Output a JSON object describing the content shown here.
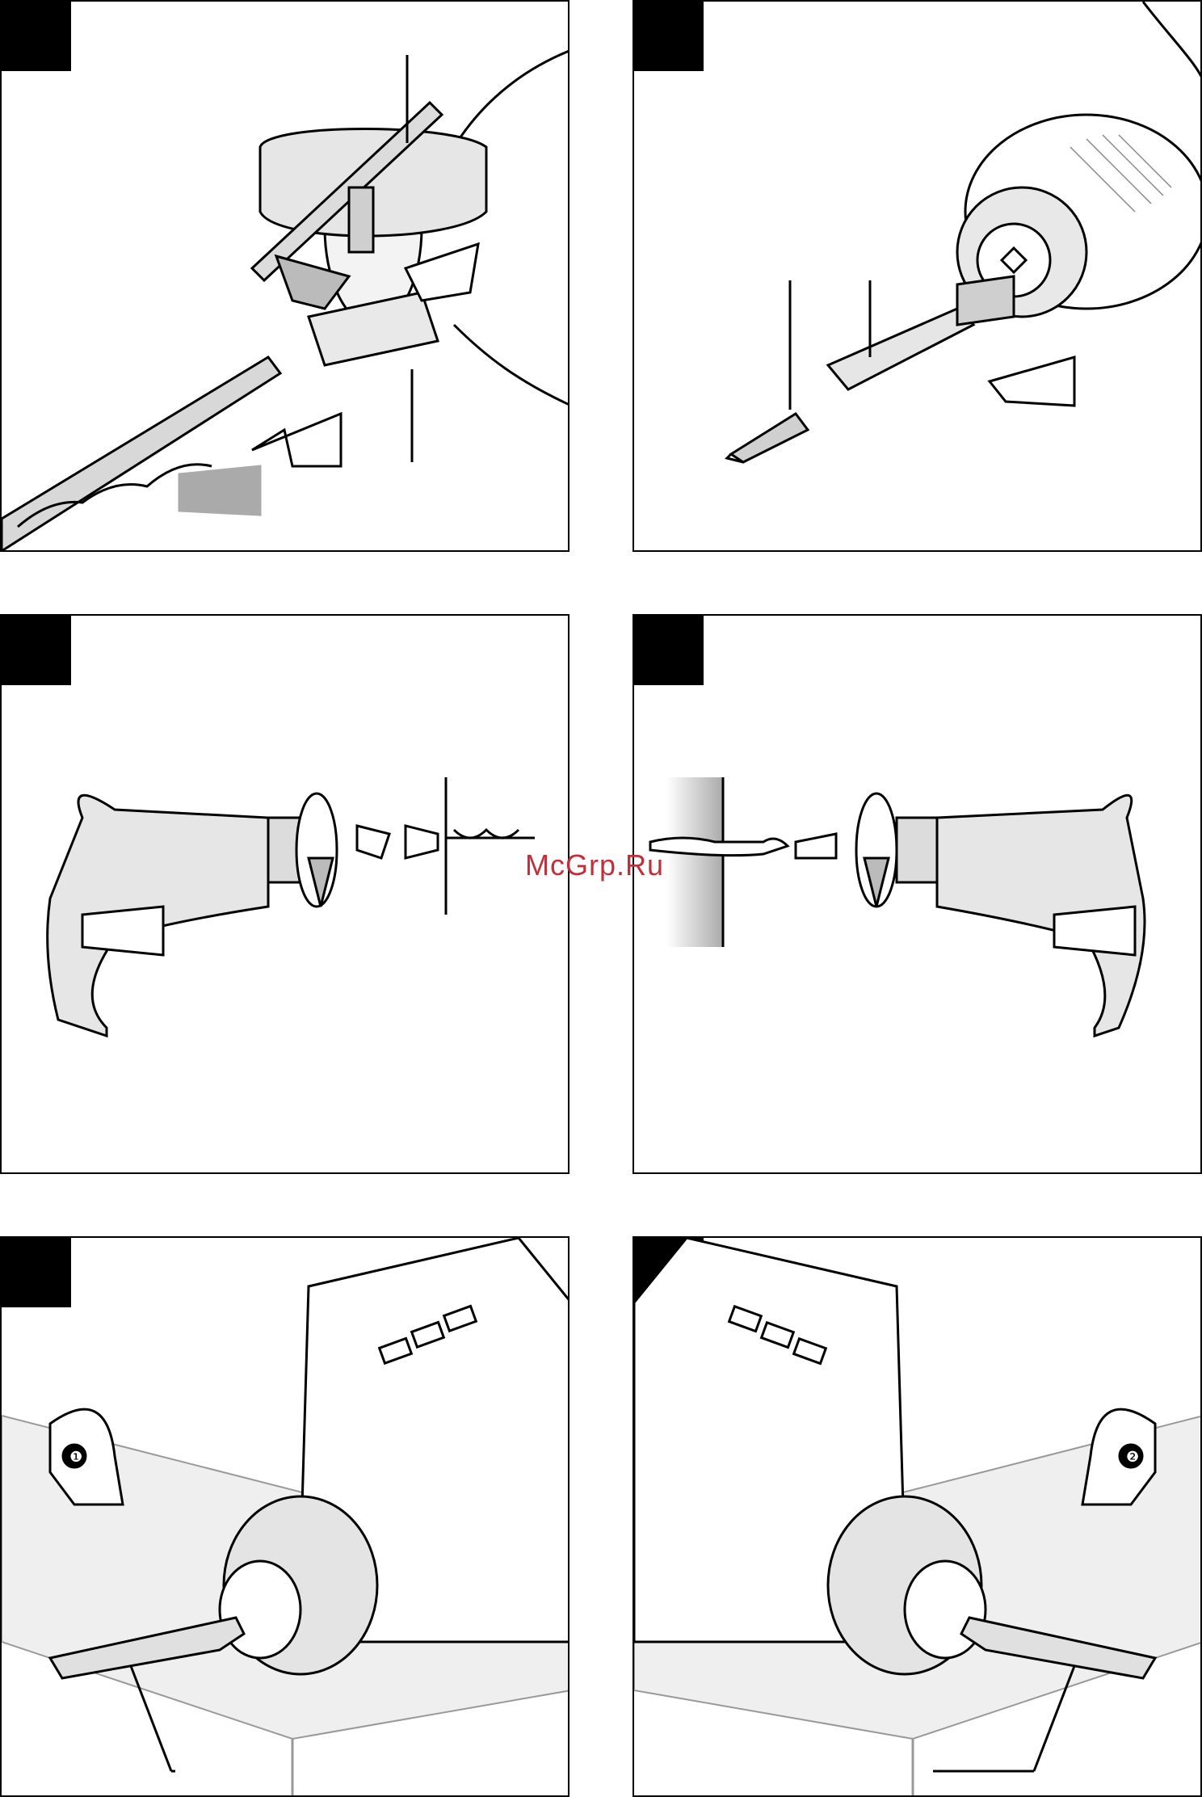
{
  "watermark": "McGrp.Ru",
  "panels": [
    {
      "id": "fig-a",
      "topic": "key-type-chuck-bit-insertion"
    },
    {
      "id": "fig-b",
      "topic": "screwdriver-bit-holder-insertion"
    },
    {
      "id": "fig-c",
      "topic": "screwdriving-forward"
    },
    {
      "id": "fig-d",
      "topic": "screw-removal-reverse"
    },
    {
      "id": "fig-e",
      "topic": "chuck-loosening-step"
    },
    {
      "id": "fig-f",
      "topic": "chuck-tightening-step"
    }
  ],
  "callouts": {
    "step1": "❶",
    "step2": "❷"
  }
}
